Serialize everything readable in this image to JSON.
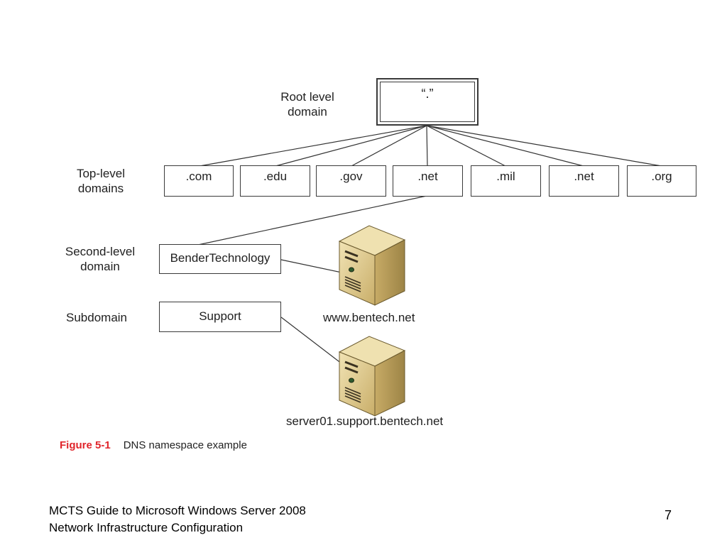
{
  "levels": {
    "root": "Root level\ndomain",
    "top": "Top-level\ndomains",
    "second": "Second-level\ndomain",
    "sub": "Subdomain"
  },
  "nodes": {
    "root": "“.”",
    "tlds": [
      ".com",
      ".edu",
      ".gov",
      ".net",
      ".mil",
      ".net",
      ".org"
    ],
    "second": "BenderTechnology",
    "sub": "Support"
  },
  "servers": [
    {
      "name": "www.bentech.net",
      "icon": "server-icon"
    },
    {
      "name": "server01.support.bentech.net",
      "icon": "server-icon"
    }
  ],
  "caption": {
    "figure": "Figure 5-1",
    "text": "DNS namespace example"
  },
  "footer": {
    "line1": "MCTS Guide to Microsoft Windows Server 2008",
    "line2": "Network Infrastructure Configuration",
    "page": "7"
  },
  "colors": {
    "figure_label": "#e0252b",
    "server_body": "#d9c48a",
    "lines": "#333333"
  }
}
